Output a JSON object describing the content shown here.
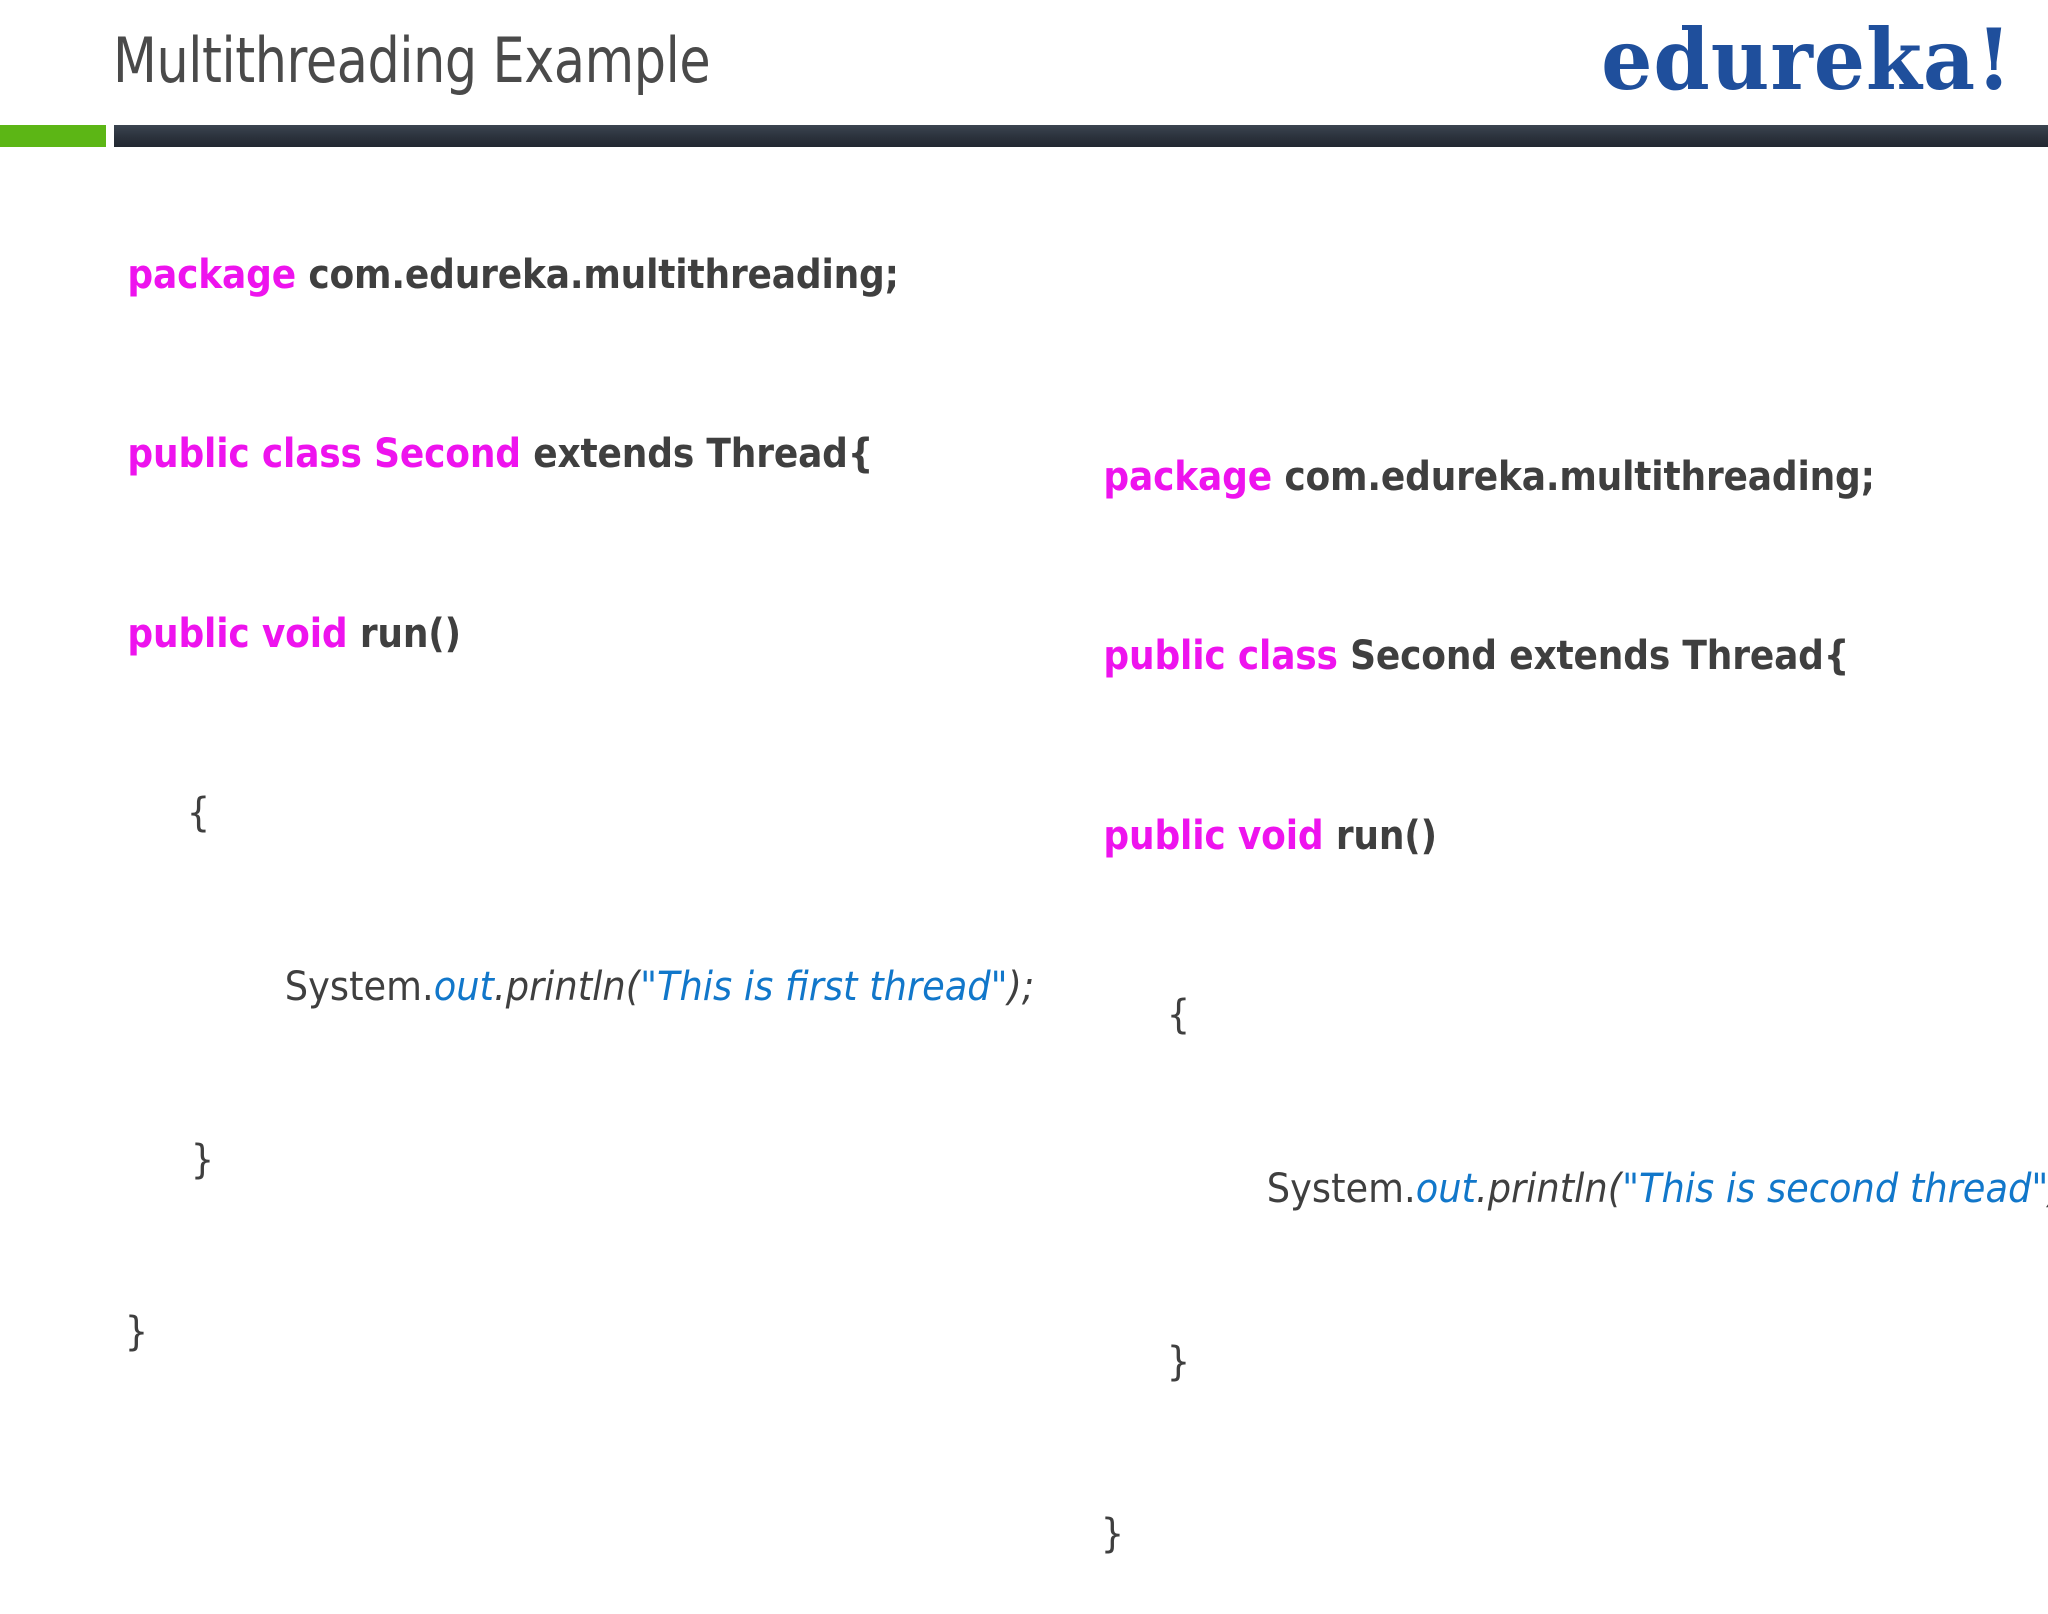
{
  "header": {
    "title": "Multithreading Example",
    "brand": "edureka!",
    "accent_green": "#5cb615",
    "accent_dark": "#2b323c",
    "brand_color": "#1f4f9c"
  },
  "theme": {
    "keyword_color": "#ee13ee",
    "string_color": "#1177ca",
    "text_color": "#3f3f3f",
    "background": "#ffffff"
  },
  "code_blocks": [
    {
      "id": "first-thread",
      "lines": [
        {
          "keyword": "package",
          "rest": " com.edureka.multithreading;"
        },
        {
          "keyword": "public class Second",
          "rest": " extends Thread{"
        },
        {
          "keyword": "public void",
          "rest": " run()"
        },
        {
          "brace": "{"
        },
        {
          "body_prefix": "System.",
          "body_member": "out",
          "body_call": ".println(",
          "body_string": "\"This is first thread\"",
          "body_suffix": ");"
        },
        {
          "brace": "}"
        },
        {
          "brace_final": "}"
        }
      ]
    },
    {
      "id": "second-thread",
      "lines": [
        {
          "keyword": "package",
          "rest": " com.edureka.multithreading;"
        },
        {
          "keyword": "public class",
          "rest": " Second extends Thread{"
        },
        {
          "keyword": "public void",
          "rest": " run()"
        },
        {
          "brace": "{"
        },
        {
          "body_prefix": "System.",
          "body_member": "out",
          "body_call": ".println(",
          "body_string": "\"This is second thread\"",
          "body_suffix": ");"
        },
        {
          "brace": "}"
        },
        {
          "brace_final": "}"
        }
      ]
    }
  ]
}
